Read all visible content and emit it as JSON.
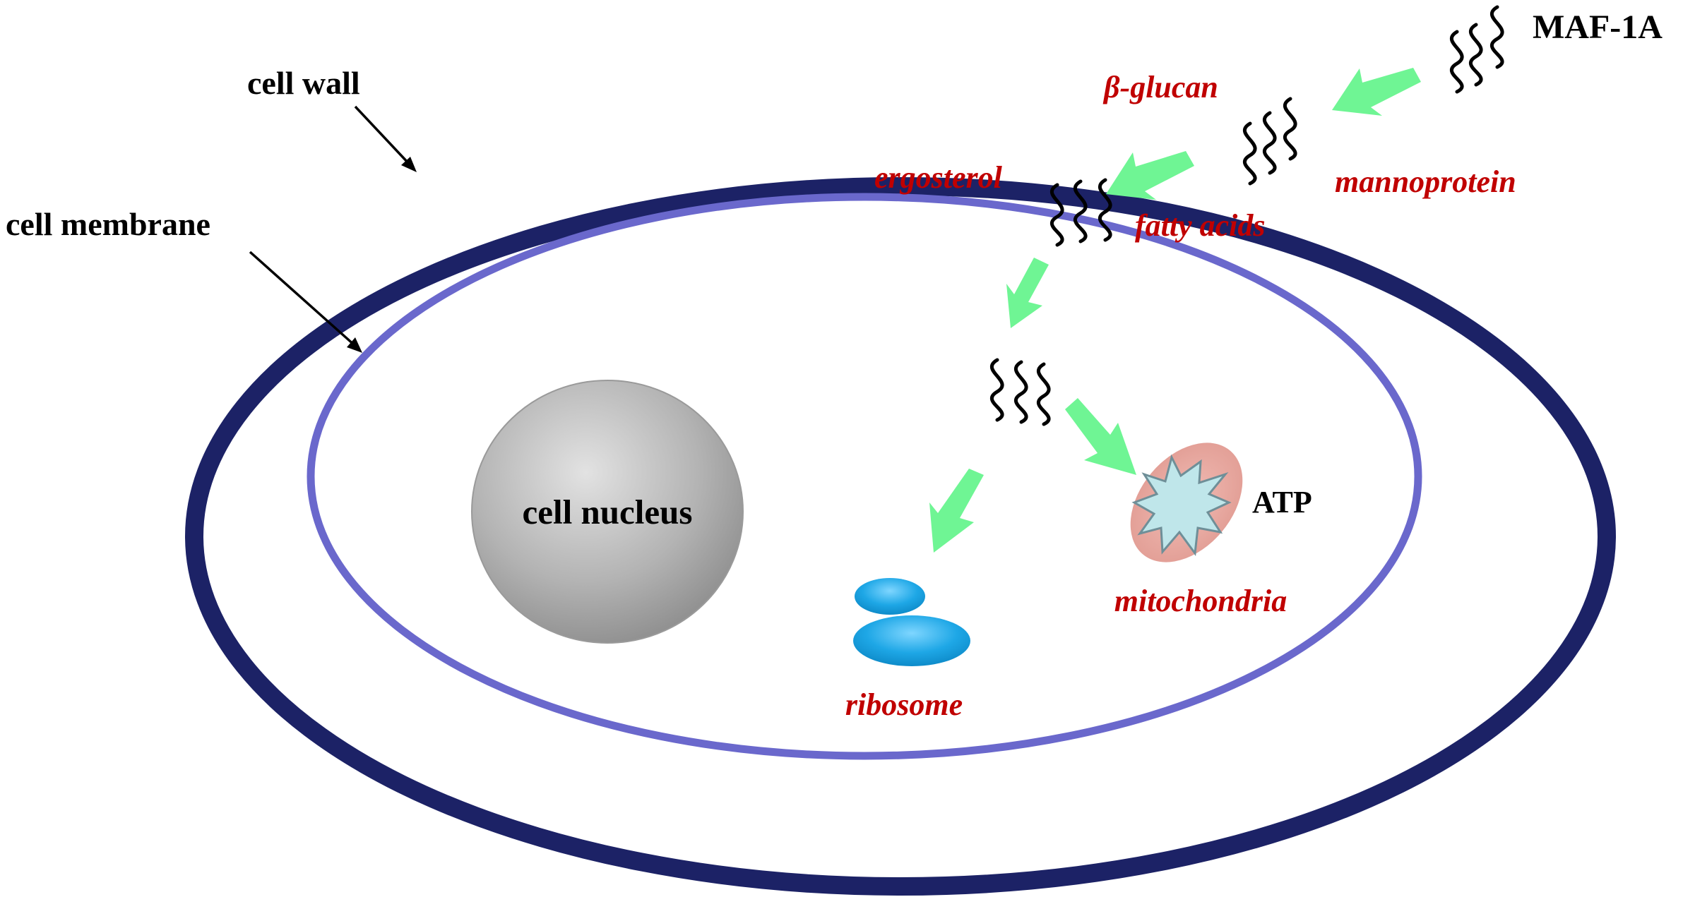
{
  "labels": {
    "cell_wall": "cell wall",
    "cell_membrane": "cell membrane",
    "cell_nucleus": "cell nucleus",
    "maf": "MAF-1A",
    "beta_glucan": "β-glucan",
    "mannoprotein": "mannoprotein",
    "ergosterol": "ergosterol",
    "fatty_acids": "fatty acids",
    "atp": "ATP",
    "mitochondria": "mitochondria",
    "ribosome": "ribosome"
  },
  "colors": {
    "cell_wall": "#1c2266",
    "cell_membrane": "#6a68cc",
    "arrow_green": "#6ff594",
    "label_red": "#c00000",
    "ribosome_blue": "#1ea7e6",
    "mitochondria_pink": "#e6a79f",
    "atp_star": "#bfe6ea",
    "nucleus_gray": "#a6a6a6"
  }
}
